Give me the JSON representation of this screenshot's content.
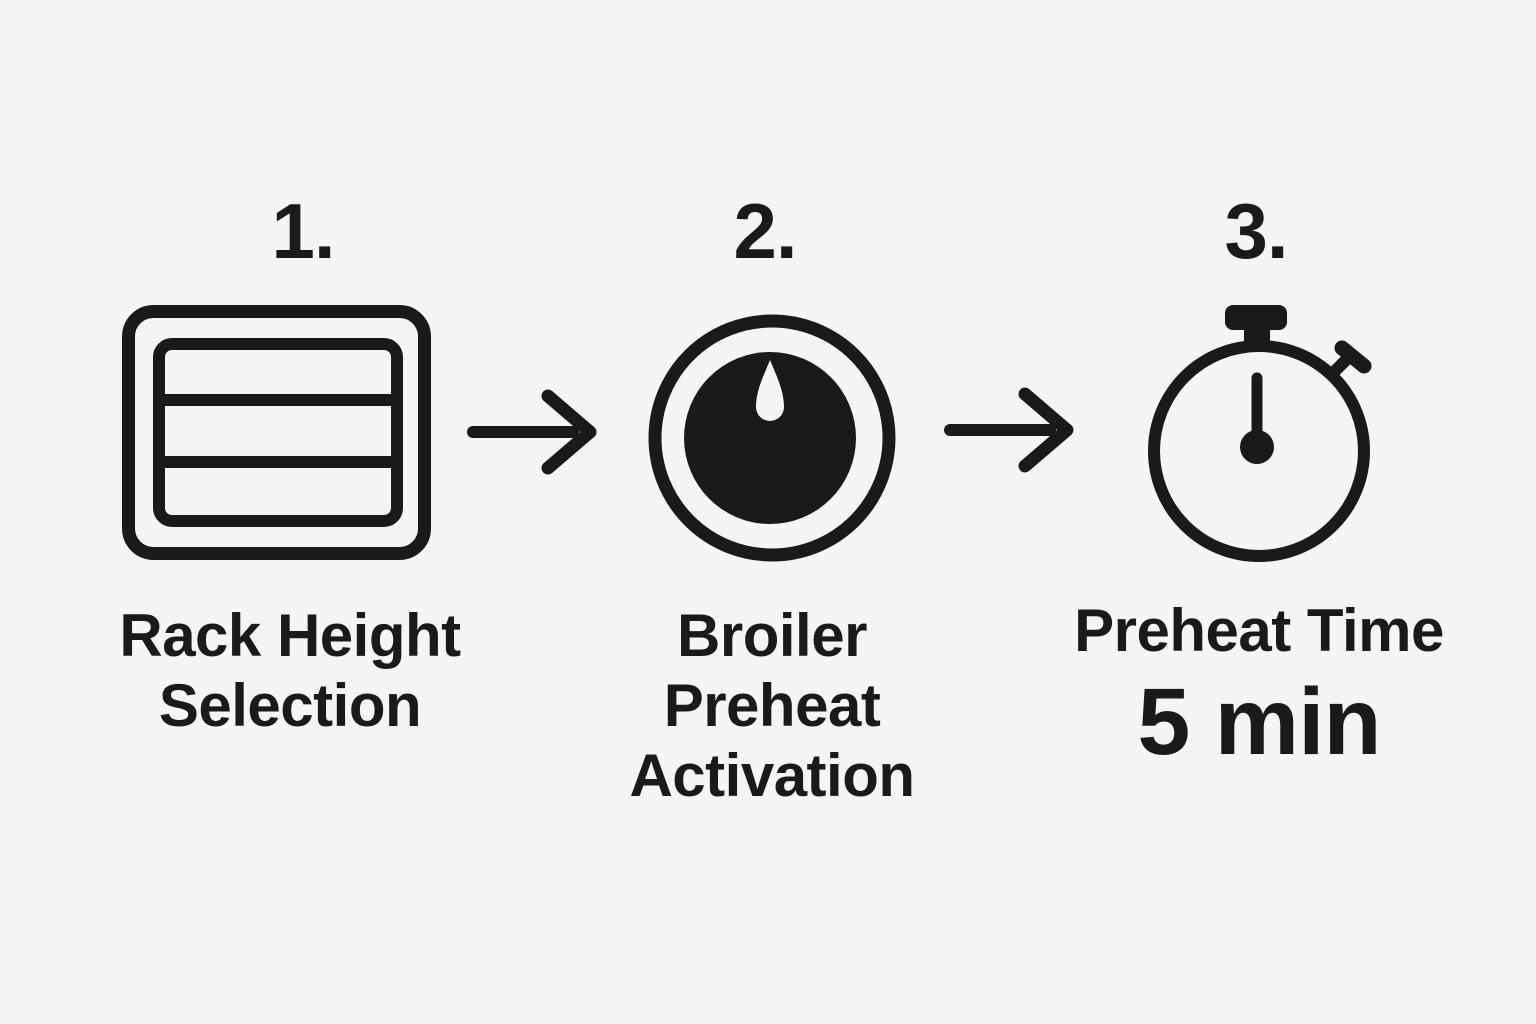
{
  "colors": {
    "background": "#f5f5f4",
    "ink": "#1a1a1a"
  },
  "steps": [
    {
      "number": "1.",
      "icon": "oven-rack-icon",
      "label_lines": [
        "Rack Height",
        "Selection"
      ]
    },
    {
      "number": "2.",
      "icon": "dial-knob-icon",
      "label_lines": [
        "Broiler",
        "Preheat",
        "Activation"
      ]
    },
    {
      "number": "3.",
      "icon": "stopwatch-icon",
      "label_lines": [
        "Preheat Time"
      ],
      "value": "5 min"
    }
  ],
  "connectors": [
    {
      "icon": "arrow-right-icon"
    },
    {
      "icon": "arrow-right-icon"
    }
  ]
}
